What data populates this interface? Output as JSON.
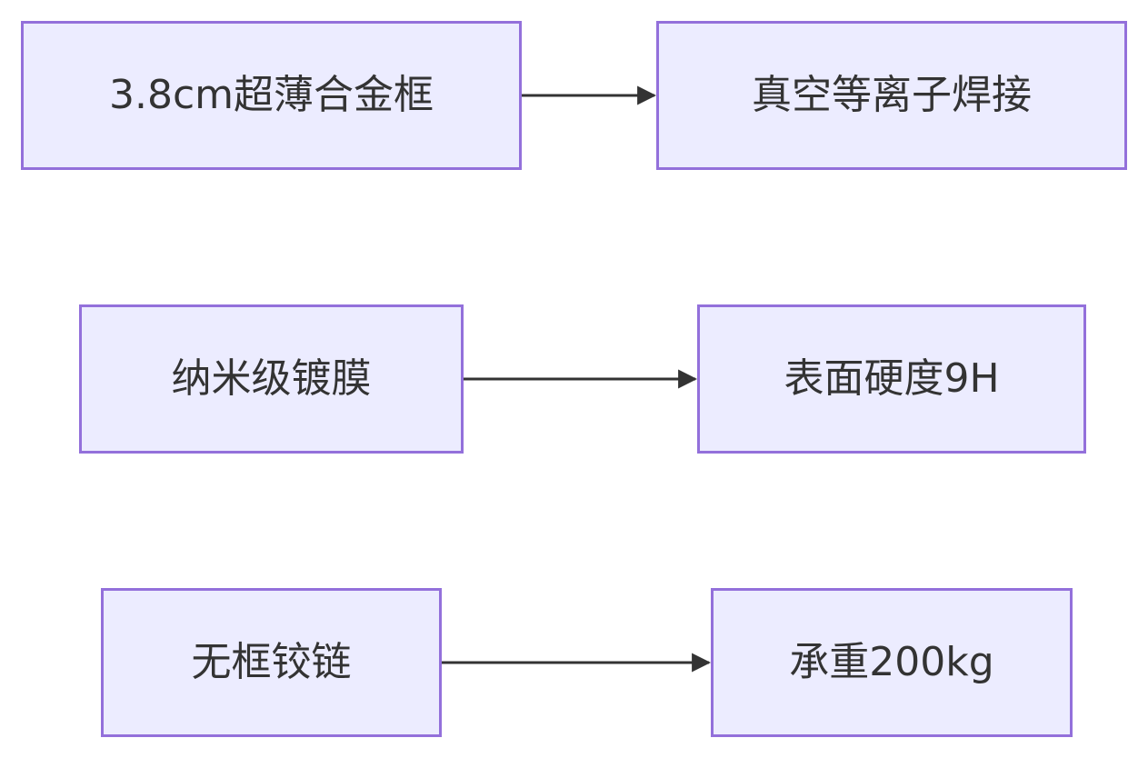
{
  "diagram": {
    "type": "flowchart",
    "colors": {
      "node_fill": "#ececff",
      "node_border": "#9370db",
      "text": "#333333",
      "edge": "#333333"
    },
    "nodes": [
      {
        "id": "n1",
        "label": "3.8cm超薄合金框"
      },
      {
        "id": "n2",
        "label": "真空等离子焊接"
      },
      {
        "id": "n3",
        "label": "纳米级镀膜"
      },
      {
        "id": "n4",
        "label": "表面硬度9H"
      },
      {
        "id": "n5",
        "label": "无框铰链"
      },
      {
        "id": "n6",
        "label": "承重200kg"
      }
    ],
    "edges": [
      {
        "from": "n1",
        "to": "n2"
      },
      {
        "from": "n3",
        "to": "n4"
      },
      {
        "from": "n5",
        "to": "n6"
      }
    ]
  }
}
